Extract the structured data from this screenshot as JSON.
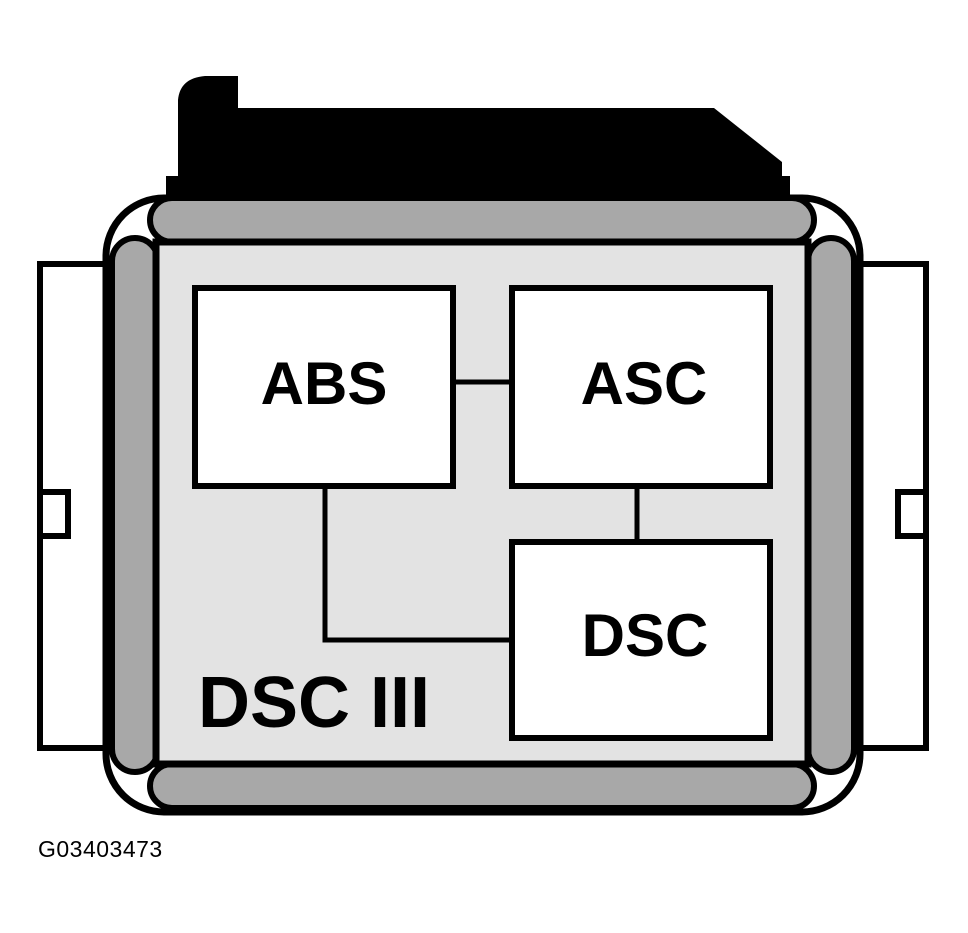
{
  "diagram": {
    "housing_label": "DSC III",
    "modules": {
      "abs": "ABS",
      "asc": "ASC",
      "dsc": "DSC"
    },
    "figure_id": "G03403473"
  },
  "colors": {
    "outline": "#000000",
    "panel": "#e3e3e3",
    "frame": "#a8a8a8",
    "connector": "#000000",
    "background": "#ffffff"
  }
}
